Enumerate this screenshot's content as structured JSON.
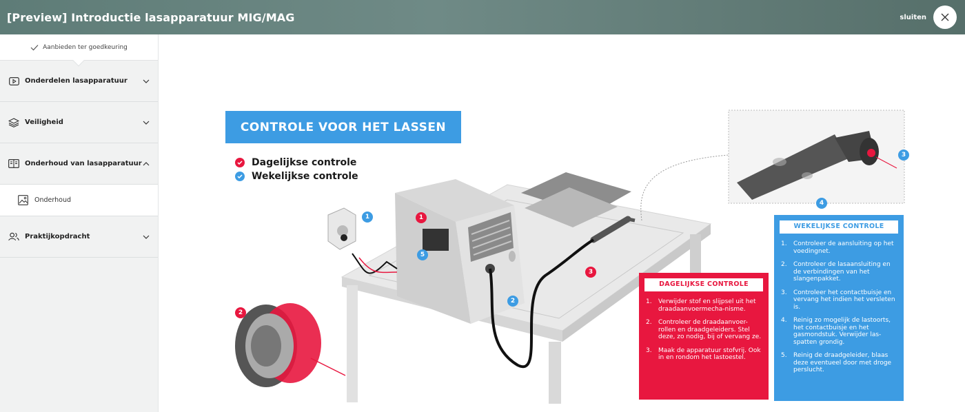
{
  "header": {
    "title": "[Preview] Introductie lasapparatuur MIG/MAG",
    "close_label": "sluiten"
  },
  "sidebar": {
    "approval": "Aanbieden ter goedkeuring",
    "items": [
      {
        "label": "Onderdelen lasapparatuur"
      },
      {
        "label": "Veiligheid"
      },
      {
        "label": "Onderhoud van lasapparatuur"
      },
      {
        "label": "Onderhoud"
      },
      {
        "label": "Praktijkopdracht"
      }
    ]
  },
  "illustration": {
    "banner": "CONTROLE VOOR HET LASSEN",
    "legend": [
      {
        "label": "Dagelijkse controle",
        "color": "#e8173f"
      },
      {
        "label": "Wekelijkse controle",
        "color": "#3d9ce3"
      }
    ],
    "daily": {
      "title": "DAGELIJKSE CONTROLE",
      "steps": [
        {
          "n": "1.",
          "text": "Verwijder stof en slijpsel uit het draadaanvoermecha-nisme."
        },
        {
          "n": "2.",
          "text": "Controleer de draadaanvoer-rollen en draadgeleiders. Stel deze, zo nodig, bij of vervang ze."
        },
        {
          "n": "3.",
          "text": "Maak de apparatuur stofvrij. Ook in en rondom het lastoestel."
        }
      ]
    },
    "weekly": {
      "title": "WEKELIJKSE CONTROLE",
      "steps": [
        {
          "n": "1.",
          "text": "Controleer de aansluiting op het voedingnet."
        },
        {
          "n": "2.",
          "text": "Controleer de lasaansluiting en de verbindingen van het slangenpakket."
        },
        {
          "n": "3.",
          "text": "Controleer het contactbuisje en vervang het indien het versleten is."
        },
        {
          "n": "4.",
          "text": "Reinig zo mogelijk de lastoorts, het contactbuisje en het gasmondstuk. Verwijder las-spatten grondig."
        },
        {
          "n": "5.",
          "text": "Reinig de draadgeleider, blaas deze eventueel door met droge perslucht."
        }
      ]
    },
    "markers": [
      "1",
      "1",
      "2",
      "2",
      "3",
      "3",
      "4",
      "5"
    ],
    "colors": {
      "red": "#e8173f",
      "blue": "#3d9ce3"
    }
  }
}
